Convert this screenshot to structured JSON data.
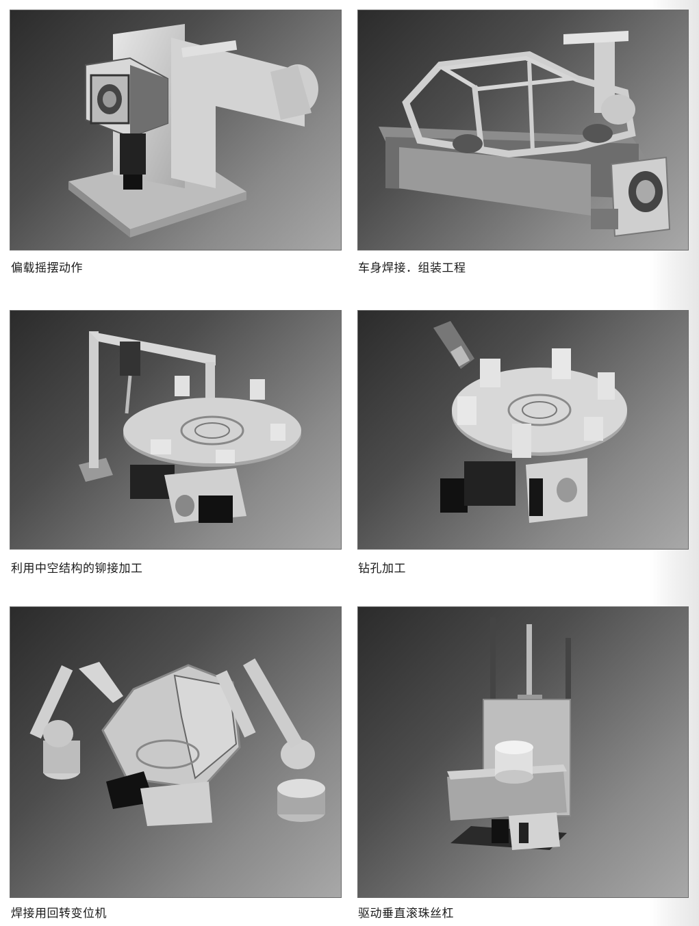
{
  "panels": [
    {
      "caption": "偏载摇摆动作",
      "illustration": "offset-swing-icon"
    },
    {
      "caption": "车身焊接．组装工程",
      "illustration": "car-body-welding-icon"
    },
    {
      "caption": "利用中空结构的铆接加工",
      "illustration": "hollow-riveting-icon"
    },
    {
      "caption": "钻孔加工",
      "illustration": "drilling-icon"
    },
    {
      "caption": "焊接用回转变位机",
      "illustration": "welding-positioner-icon"
    },
    {
      "caption": "驱动垂直滚珠丝杠",
      "illustration": "vertical-ball-screw-icon"
    }
  ]
}
